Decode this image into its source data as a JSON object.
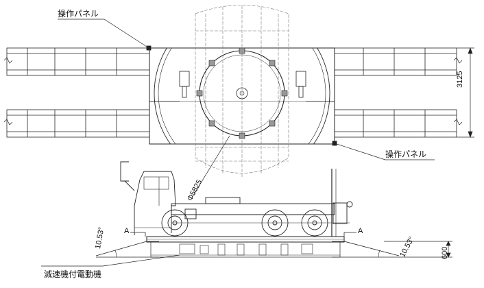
{
  "labels": {
    "panel_top": "操作パネル",
    "panel_right": "操作パネル",
    "motor": "減速機付電動機",
    "dim_width": "3125",
    "dim_diameter": "Φ5825",
    "dim_height": "600",
    "angle_left": "10.53°",
    "angle_right": "10.53°",
    "section_left": "A",
    "section_right": "A"
  },
  "colors": {
    "line": "#222222",
    "thin": "#666666",
    "background": "#ffffff"
  }
}
